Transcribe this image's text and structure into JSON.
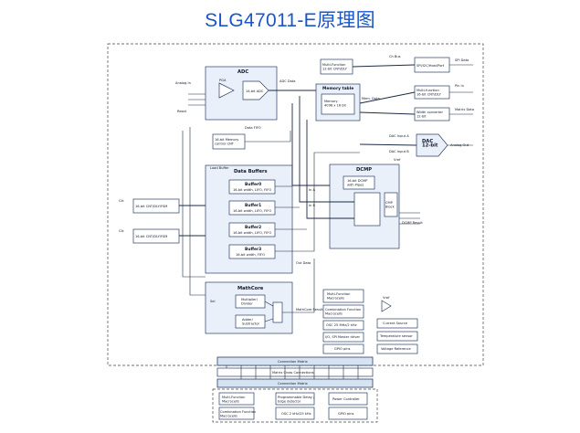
{
  "title": "SLG47011-E原理图",
  "blocks": {
    "adc": "ADC",
    "pga": "PGA",
    "adc14": "14-bit ADC",
    "mf_top": "Multi-Function\n12-bit CNT/DLY",
    "memtable": "Memory table",
    "memory": "Memory\n4096 x 16 bit",
    "mem_ctrl": "16-bit Memory\ncontrol CNT",
    "spi": "SPI/I2C/Host/Port",
    "multi_runner": "Multi-function\n16-bit CNT/DLY",
    "width_conv": "Width converter\n12-bit",
    "dac": "DAC\n12-bit",
    "data_buffers": "Data Buffers",
    "buffer0": "Buffer0",
    "buffer1": "Buffer1",
    "buffer2": "Buffer2",
    "buffer3": "Buffer3",
    "buf_sub": "16-bit width, LIFO, FIFO",
    "buf3_sub": "16-bit width, FIFO",
    "dcmp": "DCMP",
    "dcmp_inner": "16-bit DCMP\nwith Pipes",
    "dcmp_out": "CMP\nBlock",
    "cnt16_a": "16-bit CNT/DLY/FSM",
    "cnt16_b": "16-bit CNT/DLY/FSM",
    "mathcore": "MathCore",
    "multiplier": "Multiplier/\nDivider",
    "adder": "Adder/\nSubtractor",
    "mf_macrocells": "Multi-Function\nMacrocells",
    "comb_macrocells": "Combination Function\nMacrocells",
    "osc": "OSC 25 MHz/2 kHz",
    "io": "I/O, SPI Master driver",
    "gpio": "GPIO pins",
    "vref": "Vref",
    "current_source": "Current Source",
    "temp_sensor": "Temperature sensor",
    "voltage_ref": "Voltage Reference",
    "connection_matrix": "Connection Matrix",
    "matrix_conn": "Matrix Cross Connections",
    "bottom_matrix": "Connection Matrix",
    "b_mf": "Multi-Function\nMacrocells",
    "b_comb": "Combination Function\nMacrocells",
    "b_prog": "Programmable Delay /\nEdge detector",
    "b_osc": "OSC 2 kHz/25 kHz",
    "b_power": "Power Controller",
    "b_gpio": "GPIO pins"
  },
  "labels": {
    "clk": "Clk",
    "reset": "Reset",
    "ana_in": "Analog In",
    "ana_out": "Analog Out",
    "dac_input_a": "DAC Input A",
    "dac_input_b": "DAC Input B",
    "adc_data": "ADC Data",
    "mem_data": "Mem. Data",
    "data_fifo": "Data FIFO",
    "load_buffer": "Load Buffer",
    "out_data": "Out Data",
    "math_out": "MathCore Result",
    "dcmp_result": "DCMP Result",
    "in_a": "In A",
    "in_b": "In B",
    "sel": "Sel",
    "ch_bus": "Ch Bus",
    "spi_data": "SPI Data",
    "pin_lbl": "Pin In",
    "matrix_data": "Matrix Data",
    "vref_lbl": "Vref"
  }
}
